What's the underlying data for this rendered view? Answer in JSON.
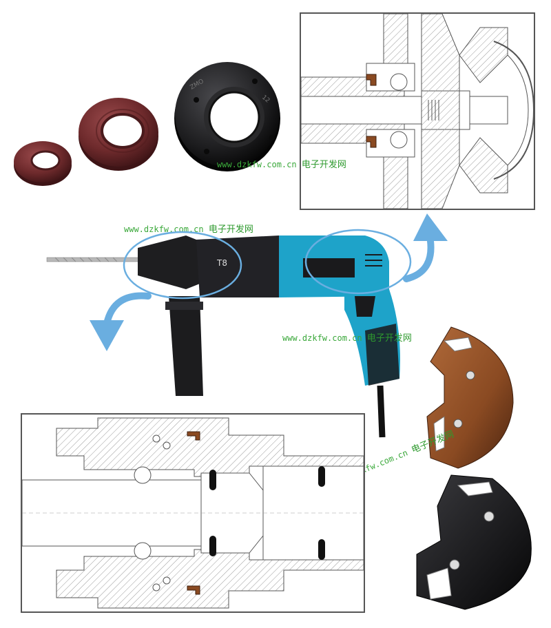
{
  "watermark": {
    "url": "www.dzkfw.com.cn",
    "site_name": "电子开发网"
  },
  "colors": {
    "seal_red": "#6e2a2c",
    "seal_black": "#1c1c1e",
    "seal_brown": "#8a4a22",
    "drill_blue": "#1ea3c9",
    "arrow_blue": "#6aaee0",
    "hatch_gray": "#9a9a9a",
    "outline": "#555555",
    "watermark_green": "#3aa83a"
  },
  "seal_mark": {
    "text": "ZMO",
    "text2": "12"
  },
  "drill_label": "T8"
}
